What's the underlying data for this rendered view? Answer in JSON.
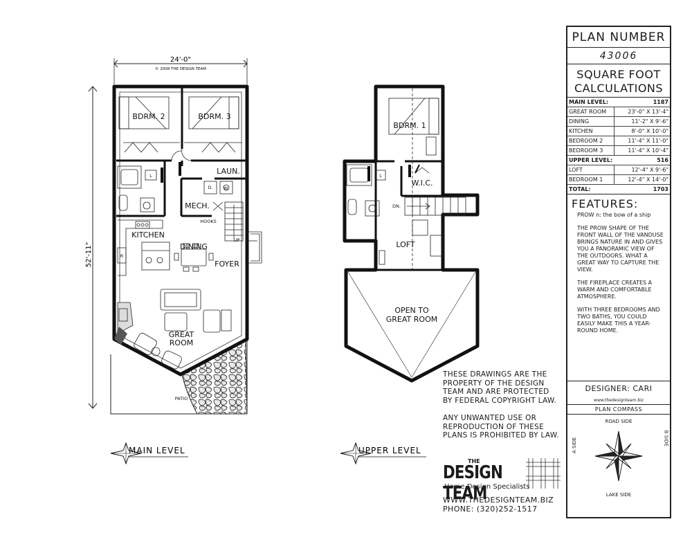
{
  "main_plan": {
    "dimension_width": "24'-0\"",
    "dimension_height": "52'-11\"",
    "copyright_note": "© 2008 THE DESIGN TEAM",
    "rooms": {
      "bdrm2": "BDRM. 2",
      "bdrm3": "BDRM. 3",
      "laun": "LAUN.",
      "mech": "MECH.",
      "hooks": "HOOKS",
      "kitchen": "KITCHEN",
      "dining": "DINING",
      "foyer": "FOYER",
      "up": "UP",
      "great_room_1": "GREAT",
      "great_room_2": "ROOM",
      "patio": "PATIO",
      "d": "D.",
      "w": "W.",
      "l": "L",
      "r": "R"
    },
    "level_label": "MAIN LEVEL"
  },
  "upper_plan": {
    "rooms": {
      "bdrm1": "BDRM. 1",
      "wic": "W.I.C.",
      "dn": "DN.",
      "loft": "LOFT",
      "open_1": "OPEN TO",
      "open_2": "GREAT ROOM",
      "l": "L"
    },
    "level_label": "UPPER LEVEL"
  },
  "sheet": {
    "plan_number_label": "PLAN NUMBER",
    "plan_number": "43006",
    "sqft_title_1": "SQUARE FOOT",
    "sqft_title_2": "CALCULATIONS",
    "main_level": {
      "label": "MAIN LEVEL:",
      "value": "1187"
    },
    "main_rows": [
      {
        "name": "GREAT ROOM",
        "dims": "23'-0\" X 13'-4\""
      },
      {
        "name": "DINING",
        "dims": "11'-2\" X 9'-6\""
      },
      {
        "name": "KITCHEN",
        "dims": "8'-0\" X 10'-0\""
      },
      {
        "name": "BEDROOM 2",
        "dims": "11'-4\" X 11'-0\""
      },
      {
        "name": "BEDROOM 3",
        "dims": "11'-4\" X 10'-4\""
      }
    ],
    "upper_level": {
      "label": "UPPER LEVEL:",
      "value": "516"
    },
    "upper_rows": [
      {
        "name": "LOFT",
        "dims": "12'-4\" X 9'-6\""
      },
      {
        "name": "BEDROOM 1",
        "dims": "12'-4\" X 14'-0\""
      }
    ],
    "total": {
      "label": "TOTAL:",
      "value": "1703"
    },
    "features_title": "FEATURES:",
    "features": [
      "PROW n: the bow of a ship",
      "THE PROW SHAPE OF THE FRONT WALL OF THE VANDUSE BRINGS NATURE IN AND GIVES YOU A PANORAMIC VIEW OF THE OUTDOORS. WHAT A GREAT WAY TO CAPTURE THE VIEW.",
      "THE FIREPLACE CREATES A WARM AND COMFORTABLE ATMOSPHERE.",
      "WITH THREE BEDROOMS AND TWO BATHS, YOU COULD EASILY MAKE THIS A YEAR-ROUND HOME."
    ],
    "designer": "DESIGNER: CARI",
    "designer_url": "www.thedesignteam.biz",
    "compass_title": "PLAN COMPASS",
    "compass": {
      "north": "ROAD SIDE",
      "south": "LAKE SIDE",
      "west": "A SIDE",
      "east": "B SIDE"
    }
  },
  "notice": {
    "p1": "THESE DRAWINGS ARE THE PROPERTY OF THE DESIGN TEAM AND ARE PROTECTED BY FEDERAL COPYRIGHT LAW.",
    "p2": "ANY UNWANTED USE OR REPRODUCTION OF THESE PLANS IS PROHIBITED BY LAW."
  },
  "logo": {
    "the": "THE",
    "name": "DESIGN TEAM",
    "tagline": "Home Design Specialists"
  },
  "contact": {
    "website": "WWW.THEDESIGNTEAM.BIZ",
    "phone": "PHONE: (320)252-1517"
  }
}
